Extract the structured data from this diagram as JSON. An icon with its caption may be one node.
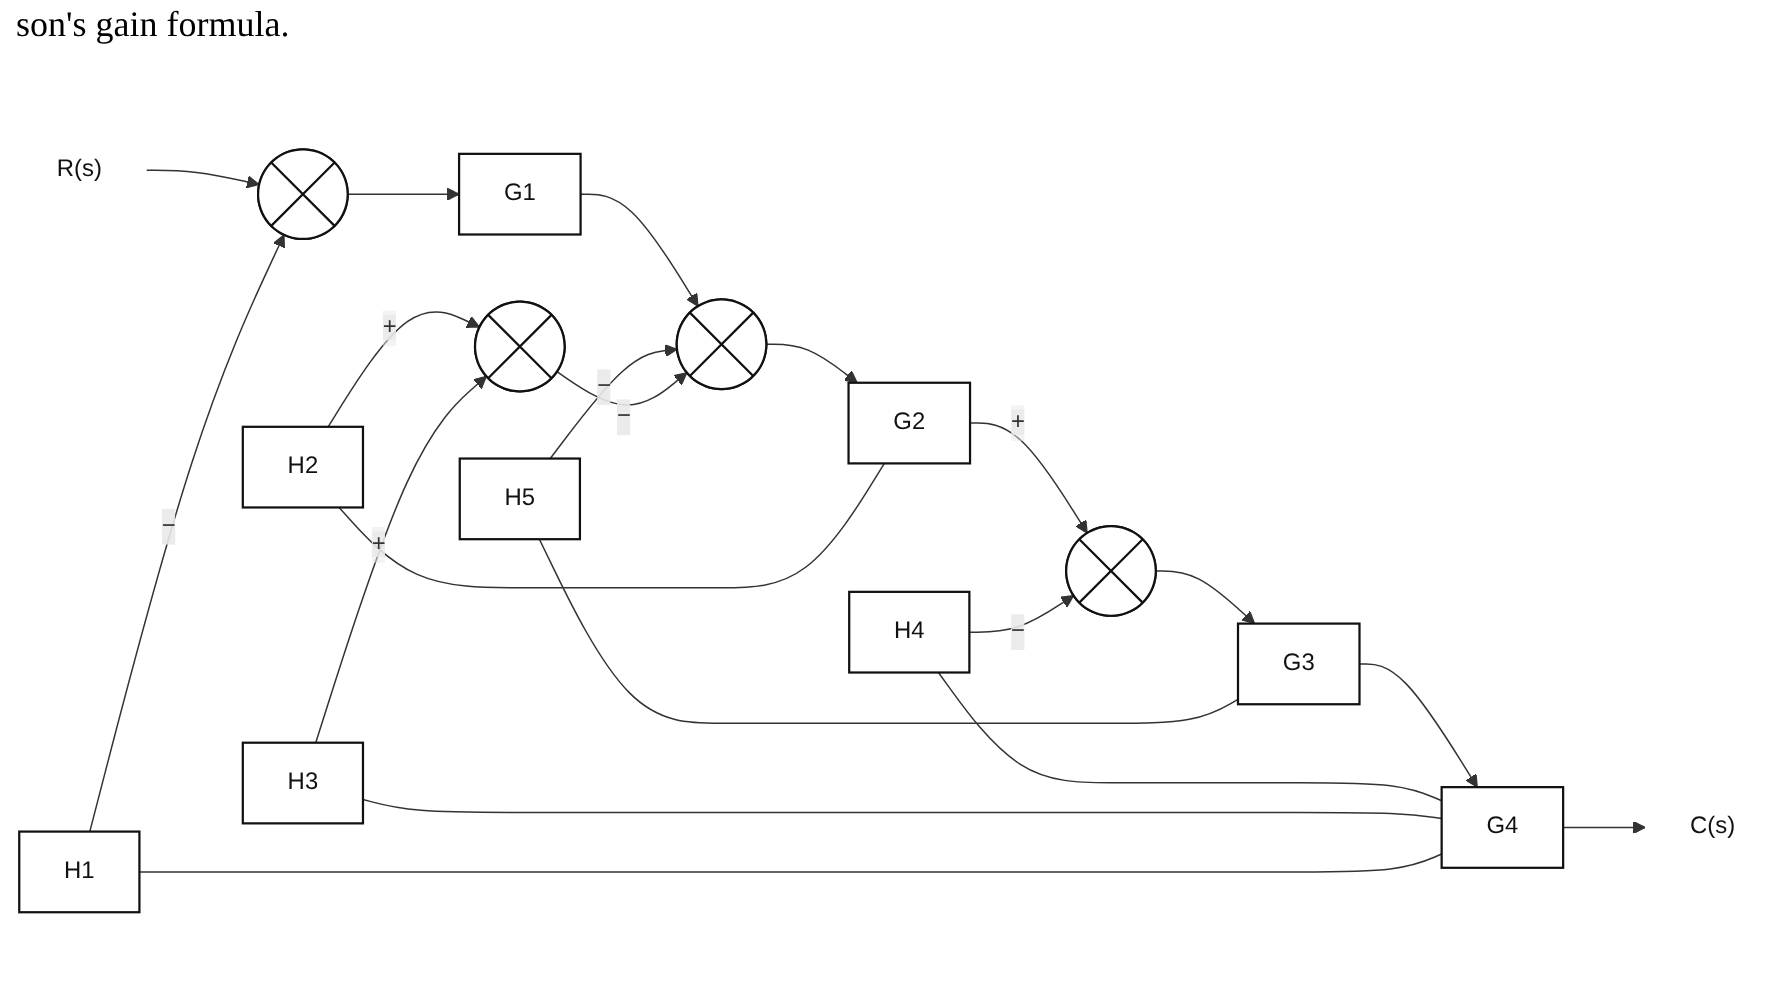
{
  "diagram": {
    "nodes": [
      {
        "text": [
          "R(s)"
        ]
      },
      {
        "text": [],
        "shape": "circle"
      },
      {
        "text": [
          "G1"
        ]
      },
      {
        "text": [],
        "shape": "circle"
      },
      {
        "text": [
          "G2"
        ]
      },
      {
        "text": [],
        "shape": "circle"
      },
      {
        "text": [
          "G3"
        ]
      },
      {
        "text": [
          "G4"
        ]
      },
      {
        "text": [
          "C(s)"
        ]
      },
      {
        "text": [
          "H5"
        ]
      },
      {
        "text": [],
        "shape": "circle"
      },
      {
        "text": [
          "H2"
        ]
      },
      {
        "text": [
          "H4"
        ]
      },
      {
        "text": [
          "H3"
        ]
      },
      {
        "text": [
          "H1"
        ]
      }
    ],
    "edges": [
      {
        "from": 0,
        "to": 1,
        "arrow": "to"
      },
      {
        "from": 1,
        "to": 2,
        "arrow": "to"
      },
      {
        "from": 2,
        "to": 3,
        "arrow": "to"
      },
      {
        "from": 3,
        "to": 4,
        "arrow": "to"
      },
      {
        "from": 4,
        "to": 5,
        "arrow": "to",
        "label": "+"
      },
      {
        "from": 5,
        "to": 6,
        "arrow": "to"
      },
      {
        "from": 6,
        "to": 7,
        "arrow": "to"
      },
      {
        "from": 7,
        "to": 8,
        "arrow": "to"
      },
      {
        "from": 6,
        "to": 9,
        "arrow": "none"
      },
      {
        "from": 9,
        "to": 3,
        "arrow": "to",
        "label": "−"
      },
      {
        "from": 4,
        "to": 11,
        "arrow": "none"
      },
      {
        "from": 11,
        "to": 10,
        "arrow": "to",
        "label": "+"
      },
      {
        "from": 10,
        "to": 3,
        "arrow": "to",
        "label": "−"
      },
      {
        "from": 7,
        "to": 12,
        "arrow": "none"
      },
      {
        "from": 12,
        "to": 5,
        "arrow": "to",
        "label": "−"
      },
      {
        "from": 7,
        "to": 13,
        "arrow": "none"
      },
      {
        "from": 13,
        "to": 10,
        "arrow": "to",
        "label": "+"
      },
      {
        "from": 7,
        "to": 14,
        "arrow": "none"
      },
      {
        "from": 14,
        "to": 1,
        "arrow": "to",
        "label": "−"
      }
    ],
    "labels": [
      "son's gain formula."
    ]
  }
}
